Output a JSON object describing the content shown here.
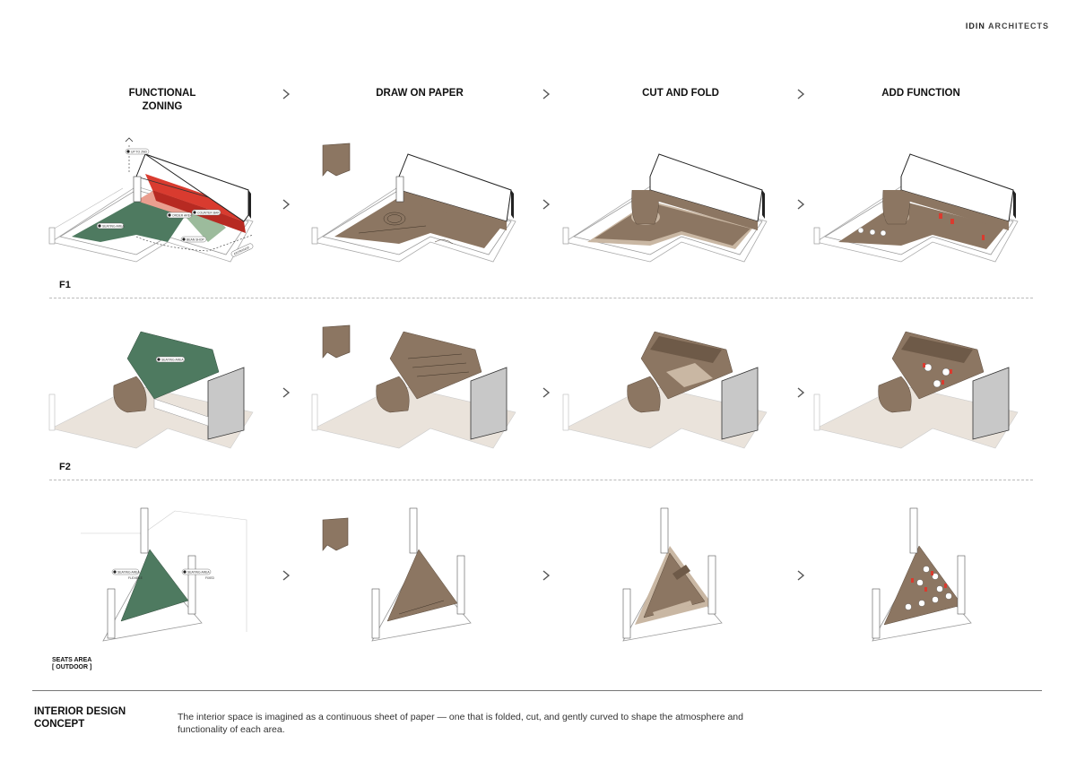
{
  "brand": {
    "bold": "IDIN",
    "light": "ARCHITECTS"
  },
  "steps": [
    {
      "title_line1": "FUNCTIONAL",
      "title_line2": "ZONING"
    },
    {
      "title_line1": "DRAW ON PAPER",
      "title_line2": ""
    },
    {
      "title_line1": "CUT AND FOLD",
      "title_line2": ""
    },
    {
      "title_line1": "ADD FUNCTION",
      "title_line2": ""
    }
  ],
  "rows": [
    {
      "label": "F1"
    },
    {
      "label": "F2"
    },
    {
      "label_line1": "SEATS AREA",
      "label_line2": "[ OUTDOOR ]"
    }
  ],
  "zone_tags": {
    "f1": {
      "up": "UP TO 2ND",
      "seating": "SEATING AREA",
      "order": "ORDER AREA",
      "counter": "COUNTER BAR",
      "bean": "BEAN SHOP",
      "entrance": "ENTRANCE"
    },
    "f2": {
      "seating": "SEATING AREA"
    },
    "outdoor": {
      "seating_flex": "SEATING AREA",
      "flex": "FLEXIBLE",
      "seating_fixed": "SEATING AREA",
      "fixed": "FIXED"
    }
  },
  "colors": {
    "green": "#4e7a60",
    "red": "#d93b2f",
    "pink": "#ea9e8f",
    "sage": "#9cbb9c",
    "wood": "#8c7662",
    "wood_light": "#c9b7a3",
    "wall": "#c8c8c8"
  },
  "concept": {
    "title_line1": "INTERIOR DESIGN",
    "title_line2": "CONCEPT",
    "text": "The interior space is imagined as a continuous sheet of paper — one that is folded, cut, and gently curved to shape the atmosphere and functionality of each area."
  }
}
